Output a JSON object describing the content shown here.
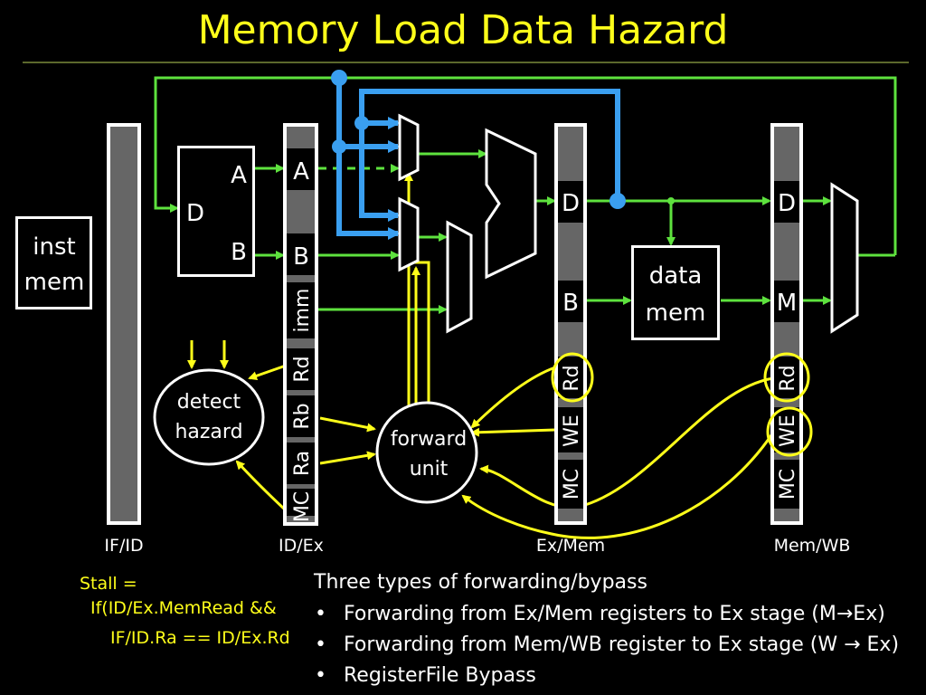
{
  "title": "Memory Load Data Hazard",
  "blocks": {
    "inst_mem": [
      "inst",
      "mem"
    ],
    "regfile": {
      "d": "D",
      "a": "A",
      "b": "B"
    },
    "data_mem": [
      "data",
      "mem"
    ],
    "detect_hazard": [
      "detect",
      "hazard"
    ],
    "forward_unit": [
      "forward",
      "unit"
    ]
  },
  "pipeline_registers": {
    "if_id": "IF/ID",
    "id_ex": {
      "label": "ID/Ex",
      "fields": [
        "A",
        "B",
        "imm",
        "Rd",
        "Rb",
        "Ra",
        "MC"
      ]
    },
    "ex_mem": {
      "label": "Ex/Mem",
      "fields": [
        "D",
        "B",
        "Rd",
        "WE",
        "MC"
      ]
    },
    "mem_wb": {
      "label": "Mem/WB",
      "fields": [
        "D",
        "M",
        "Rd",
        "WE",
        "MC"
      ]
    }
  },
  "stall": [
    "Stall =",
    "If(ID/Ex.MemRead  &&",
    "IF/ID.Ra == ID/Ex.Rd"
  ],
  "notes": {
    "heading": "Three types of forwarding/bypass",
    "bullets": [
      "Forwarding from Ex/Mem registers to Ex stage (M→Ex)",
      "Forwarding from Mem/WB register to Ex stage (W → Ex)",
      "RegisterFile Bypass"
    ]
  },
  "colors": {
    "title": "#ffff1a",
    "datapath": "#5ee23e",
    "forward_path": "#3a9ff0",
    "control": "#ffff1a"
  }
}
